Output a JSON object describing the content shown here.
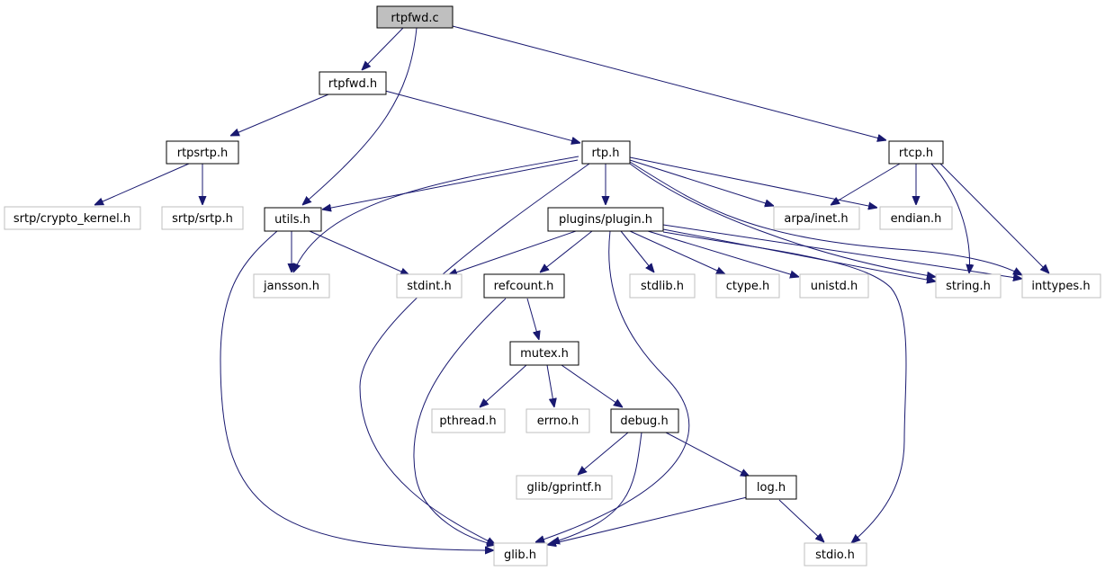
{
  "graph": {
    "nodes": [
      {
        "id": "rtpfwd_c",
        "label": "rtpfwd.c",
        "kind": "root"
      },
      {
        "id": "rtpfwd_h",
        "label": "rtpfwd.h",
        "kind": "local"
      },
      {
        "id": "rtcp_h",
        "label": "rtcp.h",
        "kind": "local"
      },
      {
        "id": "rtpsrtp_h",
        "label": "rtpsrtp.h",
        "kind": "local"
      },
      {
        "id": "rtp_h",
        "label": "rtp.h",
        "kind": "local"
      },
      {
        "id": "srtp_crypto",
        "label": "srtp/crypto_kernel.h",
        "kind": "system"
      },
      {
        "id": "srtp_srtp",
        "label": "srtp/srtp.h",
        "kind": "system"
      },
      {
        "id": "utils_h",
        "label": "utils.h",
        "kind": "local"
      },
      {
        "id": "plugin_h",
        "label": "plugins/plugin.h",
        "kind": "local"
      },
      {
        "id": "arpa_inet",
        "label": "arpa/inet.h",
        "kind": "system"
      },
      {
        "id": "endian_h",
        "label": "endian.h",
        "kind": "system"
      },
      {
        "id": "jansson_h",
        "label": "jansson.h",
        "kind": "system"
      },
      {
        "id": "stdint_h",
        "label": "stdint.h",
        "kind": "system"
      },
      {
        "id": "refcount_h",
        "label": "refcount.h",
        "kind": "local"
      },
      {
        "id": "stdlib_h",
        "label": "stdlib.h",
        "kind": "system"
      },
      {
        "id": "ctype_h",
        "label": "ctype.h",
        "kind": "system"
      },
      {
        "id": "unistd_h",
        "label": "unistd.h",
        "kind": "system"
      },
      {
        "id": "string_h",
        "label": "string.h",
        "kind": "system"
      },
      {
        "id": "inttypes_h",
        "label": "inttypes.h",
        "kind": "system"
      },
      {
        "id": "mutex_h",
        "label": "mutex.h",
        "kind": "local"
      },
      {
        "id": "pthread_h",
        "label": "pthread.h",
        "kind": "system"
      },
      {
        "id": "errno_h",
        "label": "errno.h",
        "kind": "system"
      },
      {
        "id": "debug_h",
        "label": "debug.h",
        "kind": "local"
      },
      {
        "id": "gprintf_h",
        "label": "glib/gprintf.h",
        "kind": "system"
      },
      {
        "id": "log_h",
        "label": "log.h",
        "kind": "local"
      },
      {
        "id": "glib_h",
        "label": "glib.h",
        "kind": "system"
      },
      {
        "id": "stdio_h",
        "label": "stdio.h",
        "kind": "system"
      }
    ],
    "edges": [
      [
        "rtpfwd_c",
        "rtpfwd_h"
      ],
      [
        "rtpfwd_c",
        "utils_h"
      ],
      [
        "rtpfwd_c",
        "rtcp_h"
      ],
      [
        "rtpfwd_h",
        "rtpsrtp_h"
      ],
      [
        "rtpfwd_h",
        "rtp_h"
      ],
      [
        "rtpsrtp_h",
        "srtp_crypto"
      ],
      [
        "rtpsrtp_h",
        "srtp_srtp"
      ],
      [
        "rtp_h",
        "utils_h"
      ],
      [
        "rtp_h",
        "plugin_h"
      ],
      [
        "rtp_h",
        "arpa_inet"
      ],
      [
        "rtp_h",
        "endian_h"
      ],
      [
        "rtp_h",
        "jansson_h"
      ],
      [
        "rtp_h",
        "glib_h"
      ],
      [
        "rtp_h",
        "string_h"
      ],
      [
        "rtp_h",
        "inttypes_h"
      ],
      [
        "rtcp_h",
        "arpa_inet"
      ],
      [
        "rtcp_h",
        "endian_h"
      ],
      [
        "rtcp_h",
        "string_h"
      ],
      [
        "rtcp_h",
        "inttypes_h"
      ],
      [
        "utils_h",
        "jansson_h"
      ],
      [
        "utils_h",
        "stdint_h"
      ],
      [
        "utils_h",
        "glib_h"
      ],
      [
        "plugin_h",
        "stdint_h"
      ],
      [
        "plugin_h",
        "refcount_h"
      ],
      [
        "plugin_h",
        "stdlib_h"
      ],
      [
        "plugin_h",
        "ctype_h"
      ],
      [
        "plugin_h",
        "unistd_h"
      ],
      [
        "plugin_h",
        "string_h"
      ],
      [
        "plugin_h",
        "inttypes_h"
      ],
      [
        "plugin_h",
        "glib_h"
      ],
      [
        "plugin_h",
        "stdio_h"
      ],
      [
        "refcount_h",
        "mutex_h"
      ],
      [
        "refcount_h",
        "glib_h"
      ],
      [
        "mutex_h",
        "pthread_h"
      ],
      [
        "mutex_h",
        "errno_h"
      ],
      [
        "mutex_h",
        "debug_h"
      ],
      [
        "debug_h",
        "gprintf_h"
      ],
      [
        "debug_h",
        "log_h"
      ],
      [
        "debug_h",
        "glib_h"
      ],
      [
        "log_h",
        "glib_h"
      ],
      [
        "log_h",
        "stdio_h"
      ]
    ]
  },
  "colors": {
    "edge": "#191970",
    "root_fill": "#bfbfbf",
    "local_border": "#000000",
    "system_border": "#bfbfbf"
  }
}
